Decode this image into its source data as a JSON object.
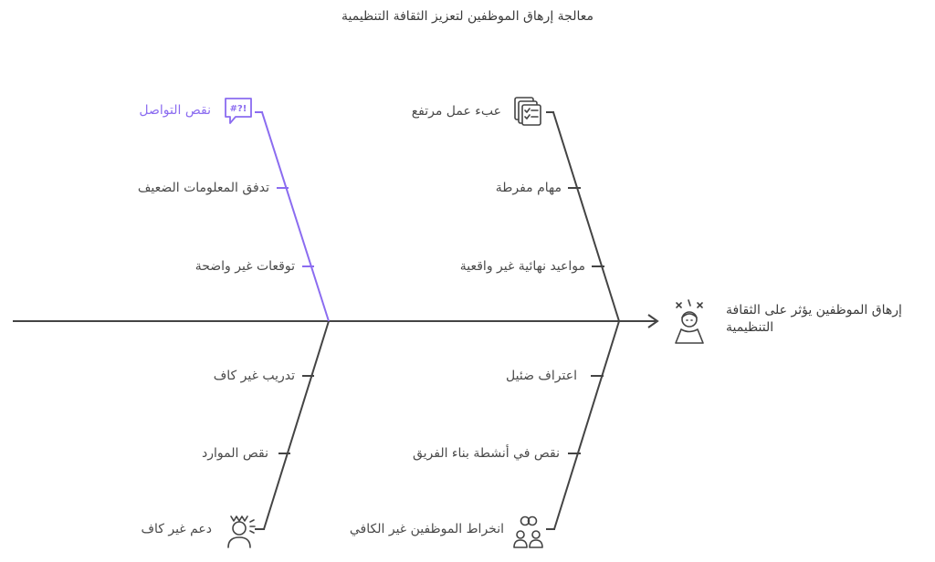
{
  "title": "معالجة إرهاق الموظفين لتعزيز الثقافة التنظيمية",
  "effect": "إرهاق الموظفين يؤثر على الثقافة التنظيمية",
  "colors": {
    "line": "#444444",
    "highlight": "#8b6cf0",
    "text": "#4a4a4a"
  },
  "categories": {
    "communication": {
      "label": "نقص التواصل",
      "icon": "speech-bubble-icon",
      "highlighted": true,
      "causes": [
        "تدفق المعلومات الضعيف",
        "توقعات غير واضحة"
      ]
    },
    "workload": {
      "label": "عبء عمل مرتفع",
      "icon": "clipboard-checklist-icon",
      "causes": [
        "مهام مفرطة",
        "مواعيد نهائية غير واقعية"
      ]
    },
    "support": {
      "label": "دعم غير كاف",
      "icon": "support-person-icon",
      "causes": [
        "تدريب غير كاف",
        "نقص الموارد"
      ]
    },
    "engagement": {
      "label": "انخراط الموظفين غير الكافي",
      "icon": "team-people-icon",
      "causes": [
        "اعتراف ضئيل",
        "نقص في أنشطة بناء الفريق"
      ]
    }
  }
}
